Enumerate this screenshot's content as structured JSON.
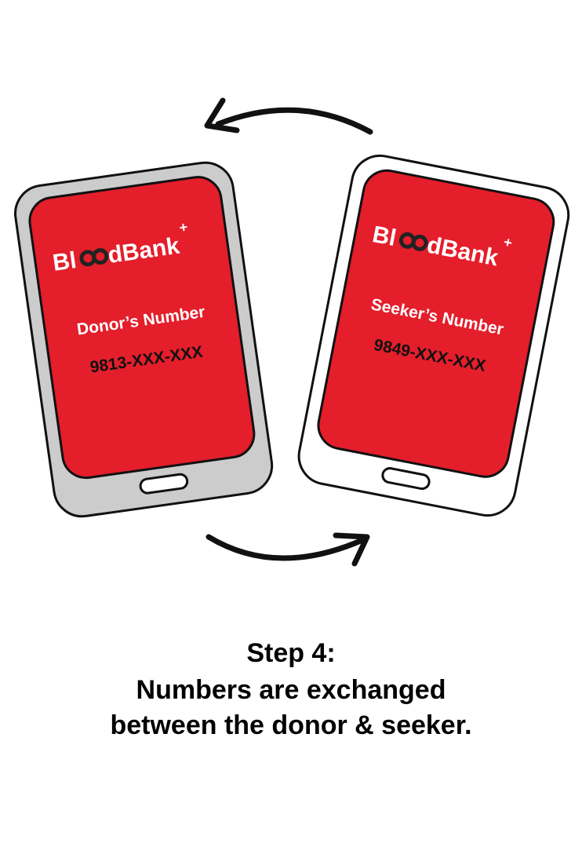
{
  "brand": {
    "name_prefix": "Bl",
    "name_suffix": "dBank",
    "plus": "+",
    "screen_color": "#e41e2b",
    "outline_color": "#111111",
    "left_phone_body": "#cccccc",
    "right_phone_body": "#ffffff"
  },
  "left_phone": {
    "label": "Donor’s Number",
    "number": "9813-XXX-XXX"
  },
  "right_phone": {
    "label": "Seeker’s Number",
    "number": "9849-XXX-XXX"
  },
  "caption": {
    "step": "Step 4:",
    "line1": "Numbers are exchanged",
    "line2": "between the donor & seeker."
  }
}
